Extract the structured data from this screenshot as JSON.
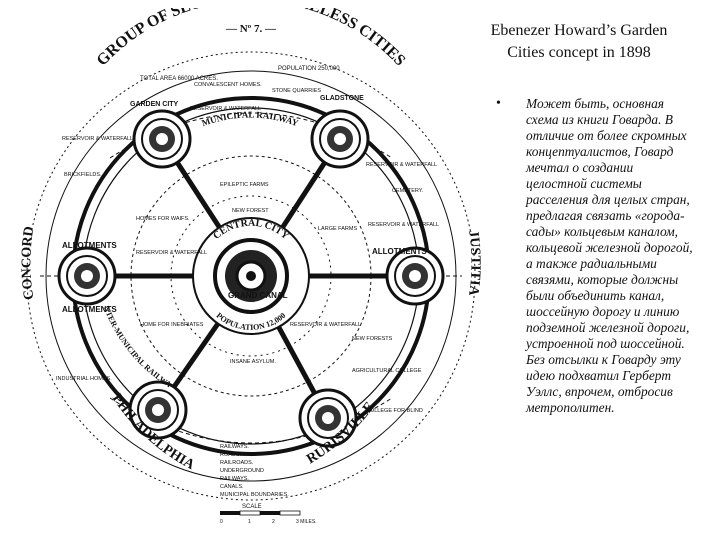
{
  "slide": {
    "title": "Ebenezer Howard’s Garden Cities concept in 1898",
    "bullet_symbol": "•",
    "bullet_text": "Может быть, основная схема из книги Говарда. В отличие от более скромных концептуалистов, Говард мечтал о создании целостной системы расселения для целых стран, предлагая связать «города-сады» кольцевым каналом, кольцевой железной дорогой, а также радиальными связями, которые должны были объединить канал, шоссейную дорогу и линию подземной железной дороги, устроенной под шоссейной. Без отсылки к Говарду эту идею подхватил Герберт Уэллс, впрочем, отбросив метрополитен."
  },
  "diagram": {
    "number": "— Nº 7. —",
    "arc_title": "GROUP OF SLUMLESS SMOKELESS CITIES",
    "total_area": "TOTAL AREA 66000 ACRES.",
    "population": "POPULATION 250,000",
    "central_city": "CENTRAL CITY",
    "central_population": "POPULATION 12,000",
    "grand_canal": "GRAND CANAL",
    "town_names": [
      "GARDEN CITY",
      "GLADSTONE",
      "CONCORD",
      "PHILADELPHIA",
      "RURISVILLE",
      "JUSTITIA"
    ],
    "municipal_railway": "MUNICIPAL RAILWAY",
    "inter_municipal_railway": "INTER-MUNICIPAL RAILWAY",
    "labels": {
      "convalescent_homes": "CONVALESCENT HOMES.",
      "stone_quarries": "STONE QUARRIES",
      "reservoir_waterfall": "RESERVOIR & WATERFALL",
      "brickfields": "BRICKFIELDS.",
      "cemetery": "CEMETERY.",
      "epileptic_farms": "EPILEPTIC FARMS",
      "new_forest": "NEW FOREST",
      "homes_for_waifs": "HOMES FOR WAIFS.",
      "large_farms": "LARGE FARMS",
      "allotments": "ALLOTMENTS",
      "homes_inebriates": "HOME FOR INEBRIATES",
      "insane_asylum": "INSANE ASYLUM.",
      "industrial_homes": "INDUSTRIAL HOMES.",
      "college_for_blind": "COLLEGE FOR BLIND",
      "new_forests": "NEW FORESTS",
      "agricultural_college": "AGRICULTURAL COLLEGE",
      "legend": [
        "RAILWAYS.",
        "ROADS.",
        "RAILROADS.",
        "UNDERGROUND",
        "RAILWAYS.",
        "CANALS.",
        "MUNICIPAL BOUNDARIES."
      ],
      "scale": "SCALE",
      "scale_ticks": [
        "0",
        "1",
        "2",
        "3 MILES."
      ]
    }
  }
}
